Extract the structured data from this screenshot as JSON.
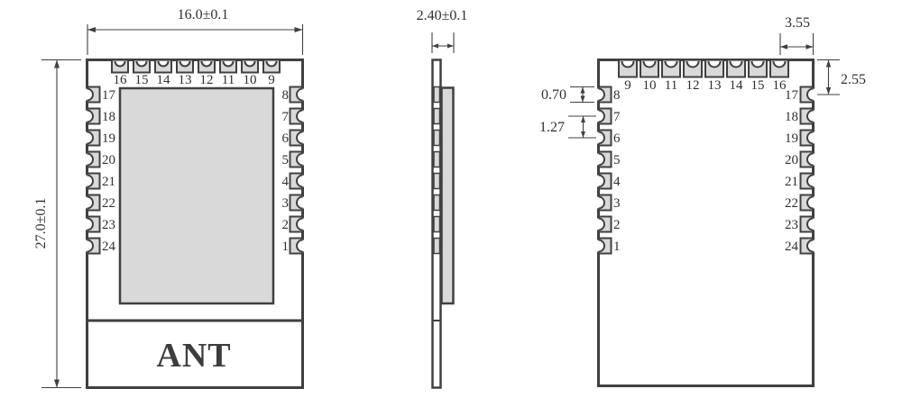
{
  "drawing": {
    "front_view": {
      "dim_width": "16.0±0.1",
      "dim_height": "27.0±0.1",
      "top_pins": [
        "16",
        "15",
        "14",
        "13",
        "12",
        "11",
        "10",
        "9"
      ],
      "left_pins": [
        "17",
        "18",
        "19",
        "20",
        "21",
        "22",
        "23",
        "24"
      ],
      "right_pins": [
        "8",
        "7",
        "6",
        "5",
        "4",
        "3",
        "2",
        "1"
      ],
      "antenna_label": "ANT"
    },
    "side_view": {
      "dim_thickness": "2.40±0.1"
    },
    "back_view": {
      "top_pins": [
        "9",
        "10",
        "11",
        "12",
        "13",
        "14",
        "15",
        "16"
      ],
      "left_pins": [
        "8",
        "7",
        "6",
        "5",
        "4",
        "3",
        "2",
        "1"
      ],
      "right_pins": [
        "17",
        "18",
        "19",
        "20",
        "21",
        "22",
        "23",
        "24"
      ],
      "dim_pad_to_edge": "3.55",
      "dim_top_to_pad": "2.55",
      "dim_pad_height": "0.70",
      "dim_pad_pitch": "1.27"
    },
    "colors": {
      "line": "#404040",
      "pad_fill": "#d9d9d9",
      "text": "#303030",
      "background": "#ffffff"
    }
  }
}
